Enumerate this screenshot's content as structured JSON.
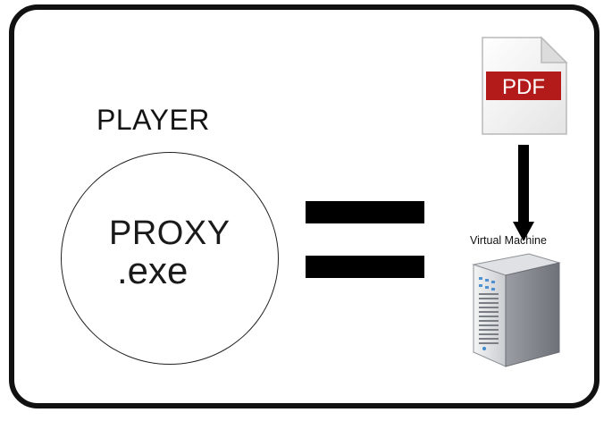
{
  "player": {
    "label": "PLAYER",
    "proxy_line1": "PROXY",
    "proxy_line2": ".exe"
  },
  "pdf": {
    "badge": "PDF",
    "badge_color": "#b31b1b"
  },
  "vm": {
    "label": "Virtual Machine"
  },
  "icons": [
    "pdf-file-icon",
    "down-arrow-icon",
    "server-icon",
    "equals-sign"
  ]
}
